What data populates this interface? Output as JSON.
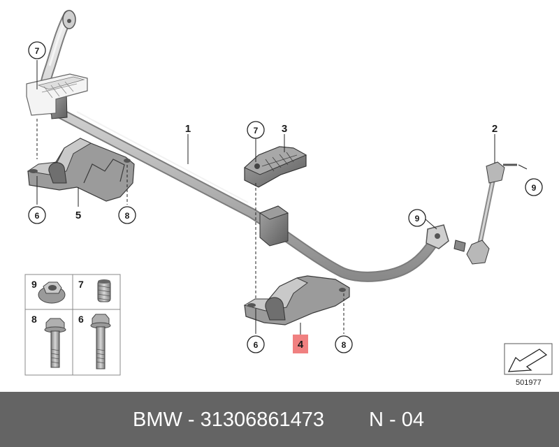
{
  "callouts": {
    "c7a": "7",
    "c7b": "7",
    "c9a": "9",
    "c9b": "9",
    "c6a": "6",
    "c6b": "6",
    "c8a": "8",
    "c8b": "8"
  },
  "labels": {
    "l1": "1",
    "l2": "2",
    "l3": "3",
    "l4": "4",
    "l5": "5"
  },
  "hardware_box": {
    "n9": "9",
    "n7": "7",
    "n8": "8",
    "n6": "6"
  },
  "catalog_number": "501977",
  "footer": {
    "part": "BMW - 31306861473",
    "page": "N - 04"
  },
  "colors": {
    "highlight": "#f08080",
    "footer_bg": "#646464",
    "part_fill": "#cdcdcd"
  }
}
